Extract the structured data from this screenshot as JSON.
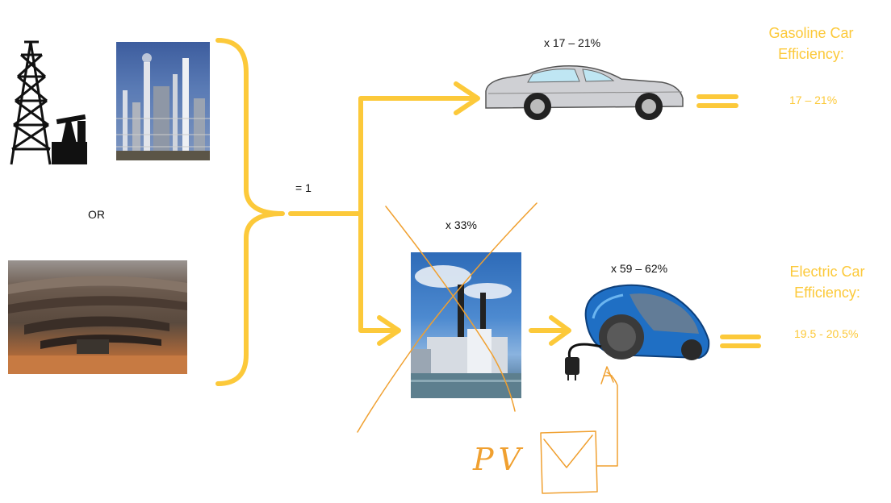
{
  "labels": {
    "or": "OR",
    "equals_one": "= 1",
    "gas_multiplier": "x 17 – 21%",
    "plant_multiplier": "x 33%",
    "ev_multiplier": "x 59 – 62%",
    "pv": "PV"
  },
  "gasoline": {
    "title_line1": "Gasoline Car",
    "title_line2": "Efficiency:",
    "value": "17 – 21%"
  },
  "electric": {
    "title_line1": "Electric Car",
    "title_line2": "Efficiency:",
    "value": "19.5 - 20.5%"
  },
  "colors": {
    "arrow_yellow": "#FCC93A",
    "annotation_orange": "#F0A030",
    "text_dark": "#111111"
  },
  "icons": [
    "oil-derrick-icon",
    "refinery-photo",
    "coal-mine-photo",
    "power-plant-photo",
    "gasoline-car-icon",
    "electric-car-icon",
    "plug-icon",
    "solar-panel-sketch-icon"
  ]
}
